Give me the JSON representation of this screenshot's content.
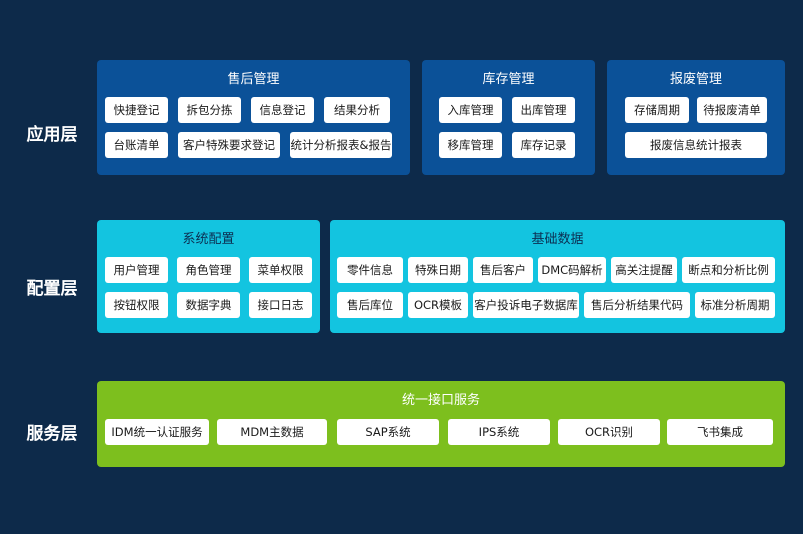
{
  "layers": {
    "application": "应用层",
    "config": "配置层",
    "service": "服务层"
  },
  "after_sales": {
    "title": "售后管理",
    "items": [
      "快捷登记",
      "拆包分拣",
      "信息登记",
      "结果分析",
      "台账清单",
      "客户特殊要求登记",
      "统计分析报表&报告"
    ]
  },
  "inventory": {
    "title": "库存管理",
    "items": [
      "入库管理",
      "出库管理",
      "移库管理",
      "库存记录"
    ]
  },
  "scrap": {
    "title": "报废管理",
    "items": [
      "存储周期",
      "待报废清单",
      "报废信息统计报表"
    ]
  },
  "system_config": {
    "title": "系统配置",
    "items": [
      "用户管理",
      "角色管理",
      "菜单权限",
      "按钮权限",
      "数据字典",
      "接口日志"
    ]
  },
  "base_data": {
    "title": "基础数据",
    "items": [
      "零件信息",
      "特殊日期",
      "售后客户",
      "DMC码解析",
      "高关注提醒",
      "断点和分析比例",
      "售后库位",
      "OCR模板",
      "客户投诉电子数据库",
      "售后分析结果代码",
      "标准分析周期"
    ]
  },
  "unified_interface": {
    "title": "统一接口服务",
    "items": [
      "IDM统一认证服务",
      "MDM主数据",
      "SAP系统",
      "IPS系统",
      "OCR识别",
      "飞书集成"
    ]
  },
  "colors": {
    "background": "#0d2a4a",
    "application_panel": "#0b5198",
    "config_panel": "#13c4e0",
    "service_panel": "#7dbf1e"
  }
}
